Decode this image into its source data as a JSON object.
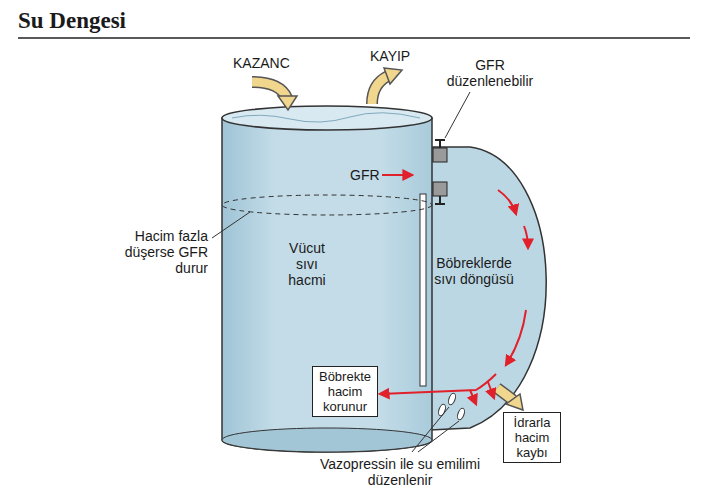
{
  "diagram": {
    "title": "Su Dengesi",
    "nodes": [
      {
        "text": [
          "Böbrekte hacim korunur"
        ]
      },
      {
        "text": [
          "İdrarla hacim kaybı"
        ]
      }
    ],
    "labels": [
      "KAZANC",
      "KAYIP",
      "GFR düzenlenebilir",
      "GFR",
      "Hacim fazla düşerse GFR durur",
      "Vücut sıvı hacmi",
      "Böbreklerde sıvı döngüsü",
      "Vazopressin ile su emilimi düzenlenir"
    ]
  }
}
